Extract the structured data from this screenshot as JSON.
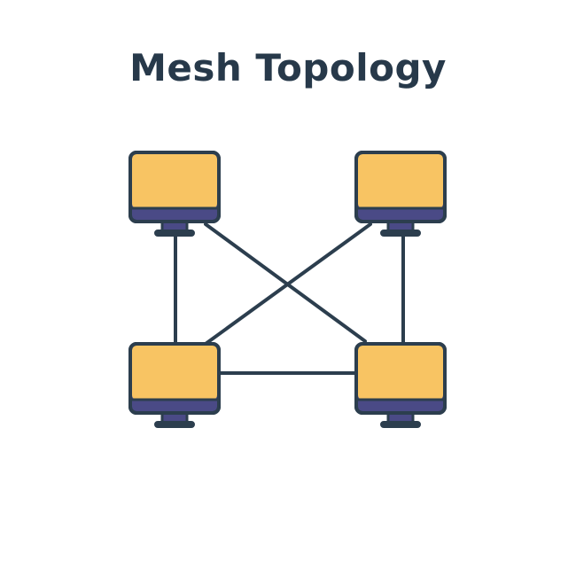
{
  "title": "Mesh Topology",
  "colors": {
    "title": "#27394a",
    "stroke": "#2c3e4e",
    "screen": "#f8c463",
    "bezel": "#4a4a86",
    "stand": "#4a4a86"
  },
  "nodes": [
    {
      "id": "top-left",
      "icon": "computer-monitor-icon"
    },
    {
      "id": "top-right",
      "icon": "computer-monitor-icon"
    },
    {
      "id": "bottom-left",
      "icon": "computer-monitor-icon"
    },
    {
      "id": "bottom-right",
      "icon": "computer-monitor-icon"
    }
  ],
  "links": [
    {
      "from": "top-left",
      "to": "bottom-left"
    },
    {
      "from": "top-right",
      "to": "bottom-right"
    },
    {
      "from": "bottom-left",
      "to": "bottom-right"
    },
    {
      "from": "top-left",
      "to": "bottom-right"
    },
    {
      "from": "top-right",
      "to": "bottom-left"
    }
  ]
}
